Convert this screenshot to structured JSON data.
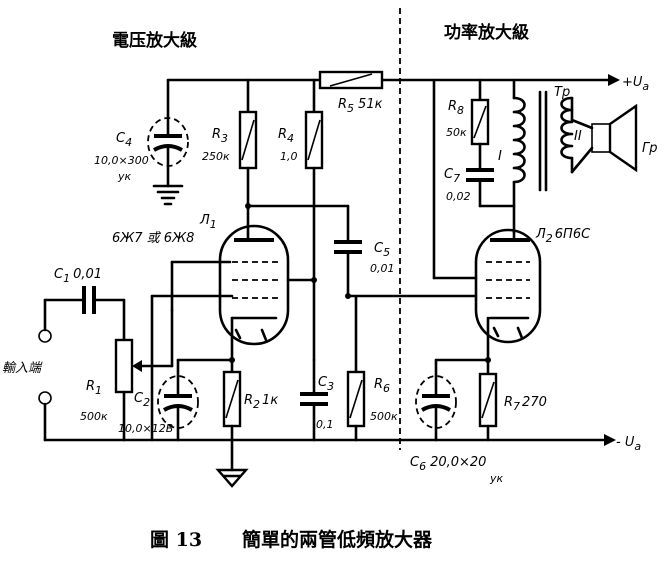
{
  "headings": {
    "voltage_stage": "電压放大級",
    "power_stage": "功率放大級"
  },
  "terminals": {
    "plus_ua": "+U",
    "plus_ua_sub": "a",
    "minus_ua": "- U",
    "minus_ua_sub": "a",
    "input": "輸入端"
  },
  "components": {
    "r5": "R",
    "r5_sub": "5",
    "r5_val": "51к",
    "c4": "C",
    "c4_sub": "4",
    "c4_val": "10,0×300",
    "c4_val2": "ук",
    "r3": "R",
    "r3_sub": "3",
    "r3_val": "250к",
    "r4": "R",
    "r4_sub": "4",
    "r4_val": "1,0",
    "l1": "Л",
    "l1_sub": "1",
    "l1_type": "6Ж7 或 6Ж8",
    "c1": "C",
    "c1_sub": "1",
    "c1_val": "0,01",
    "c5": "C",
    "c5_sub": "5",
    "c5_val": "0,01",
    "r1": "R",
    "r1_sub": "1",
    "r1_val": "500к",
    "c2": "C",
    "c2_sub": "2",
    "c2_val": "10,0×12В",
    "r2": "R",
    "r2_sub": "2",
    "r2_val": "1к",
    "c3": "C",
    "c3_sub": "3",
    "c3_val": "0,1",
    "r6": "R",
    "r6_sub": "6",
    "r6_val": "500к",
    "r8": "R",
    "r8_sub": "8",
    "r8_val": "50к",
    "c7": "C",
    "c7_sub": "7",
    "c7_val": "0,02",
    "winding": "I",
    "winding2": "II",
    "tr": "Тр",
    "gr": "Гр",
    "l2": "Л",
    "l2_sub": "2",
    "l2_type": "6П6С",
    "c6": "C",
    "c6_sub": "6",
    "c6_val": "20,0×20",
    "c6_val2": "ук",
    "r7": "R",
    "r7_sub": "7",
    "r7_val": "270"
  },
  "caption": {
    "figure_no": "圖 13",
    "title": "簡單的兩管低頻放大器"
  }
}
